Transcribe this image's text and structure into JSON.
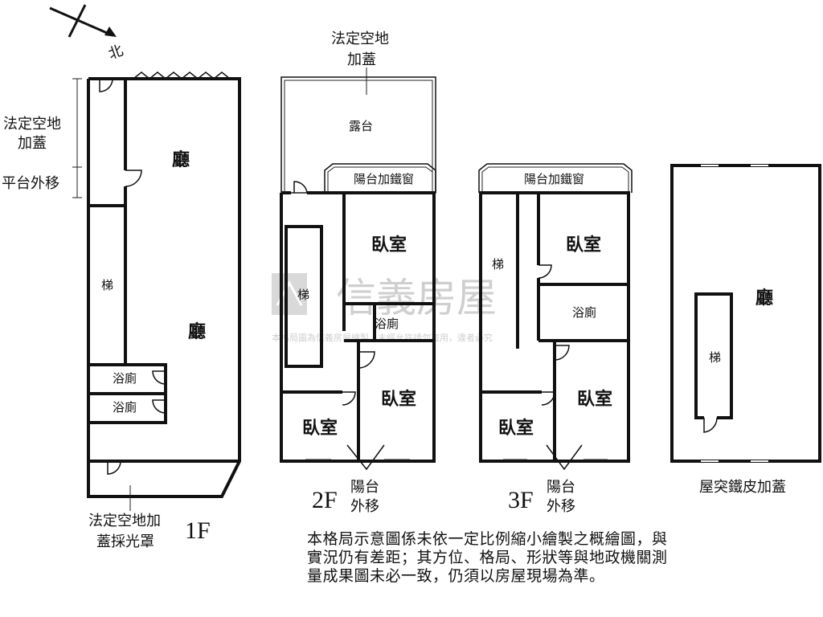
{
  "compass": {
    "north": "北"
  },
  "floor1": {
    "floor_label": "1F",
    "top_note": [
      "法定空地",
      "加蓋"
    ],
    "side_note": "平台外移",
    "rooms": {
      "hall_top": "廳",
      "hall_main": "廳",
      "stair": "梯",
      "bath1": "浴廁",
      "bath2": "浴廁"
    },
    "bottom_note": [
      "法定空地加",
      "蓋採光罩"
    ]
  },
  "floor2": {
    "floor_label": "2F",
    "top_note": [
      "法定空地",
      "加蓋"
    ],
    "terrace": "露台",
    "balcony_window": "陽台加鐵窗",
    "rooms": {
      "bedroom_top": "臥室",
      "bath": "浴廁",
      "stair": "梯",
      "bedroom_right": "臥室",
      "bedroom_left": "臥室"
    },
    "balcony_note": [
      "陽台",
      "外移"
    ]
  },
  "floor3": {
    "floor_label": "3F",
    "balcony_window": "陽台加鐵窗",
    "rooms": {
      "stair": "梯",
      "bedroom_top": "臥室",
      "bath": "浴廁",
      "bedroom_right": "臥室",
      "bedroom_left": "臥室"
    },
    "balcony_note": [
      "陽台",
      "外移"
    ]
  },
  "roof": {
    "rooms": {
      "hall": "廳",
      "stair": "梯"
    },
    "caption": "屋突鐵皮加蓋"
  },
  "watermark": {
    "brand": "信義房屋",
    "note": "本格局圖為信義房屋繪製，未經允許請勿盜用，違者必究"
  },
  "disclaimer": "本格局示意圖係未依一定比例縮小繪製之概繪圖，與實況仍有差距；其方位、格局、形狀等與地政機關測量成果圖未必一致，仍須以房屋現場為準。"
}
